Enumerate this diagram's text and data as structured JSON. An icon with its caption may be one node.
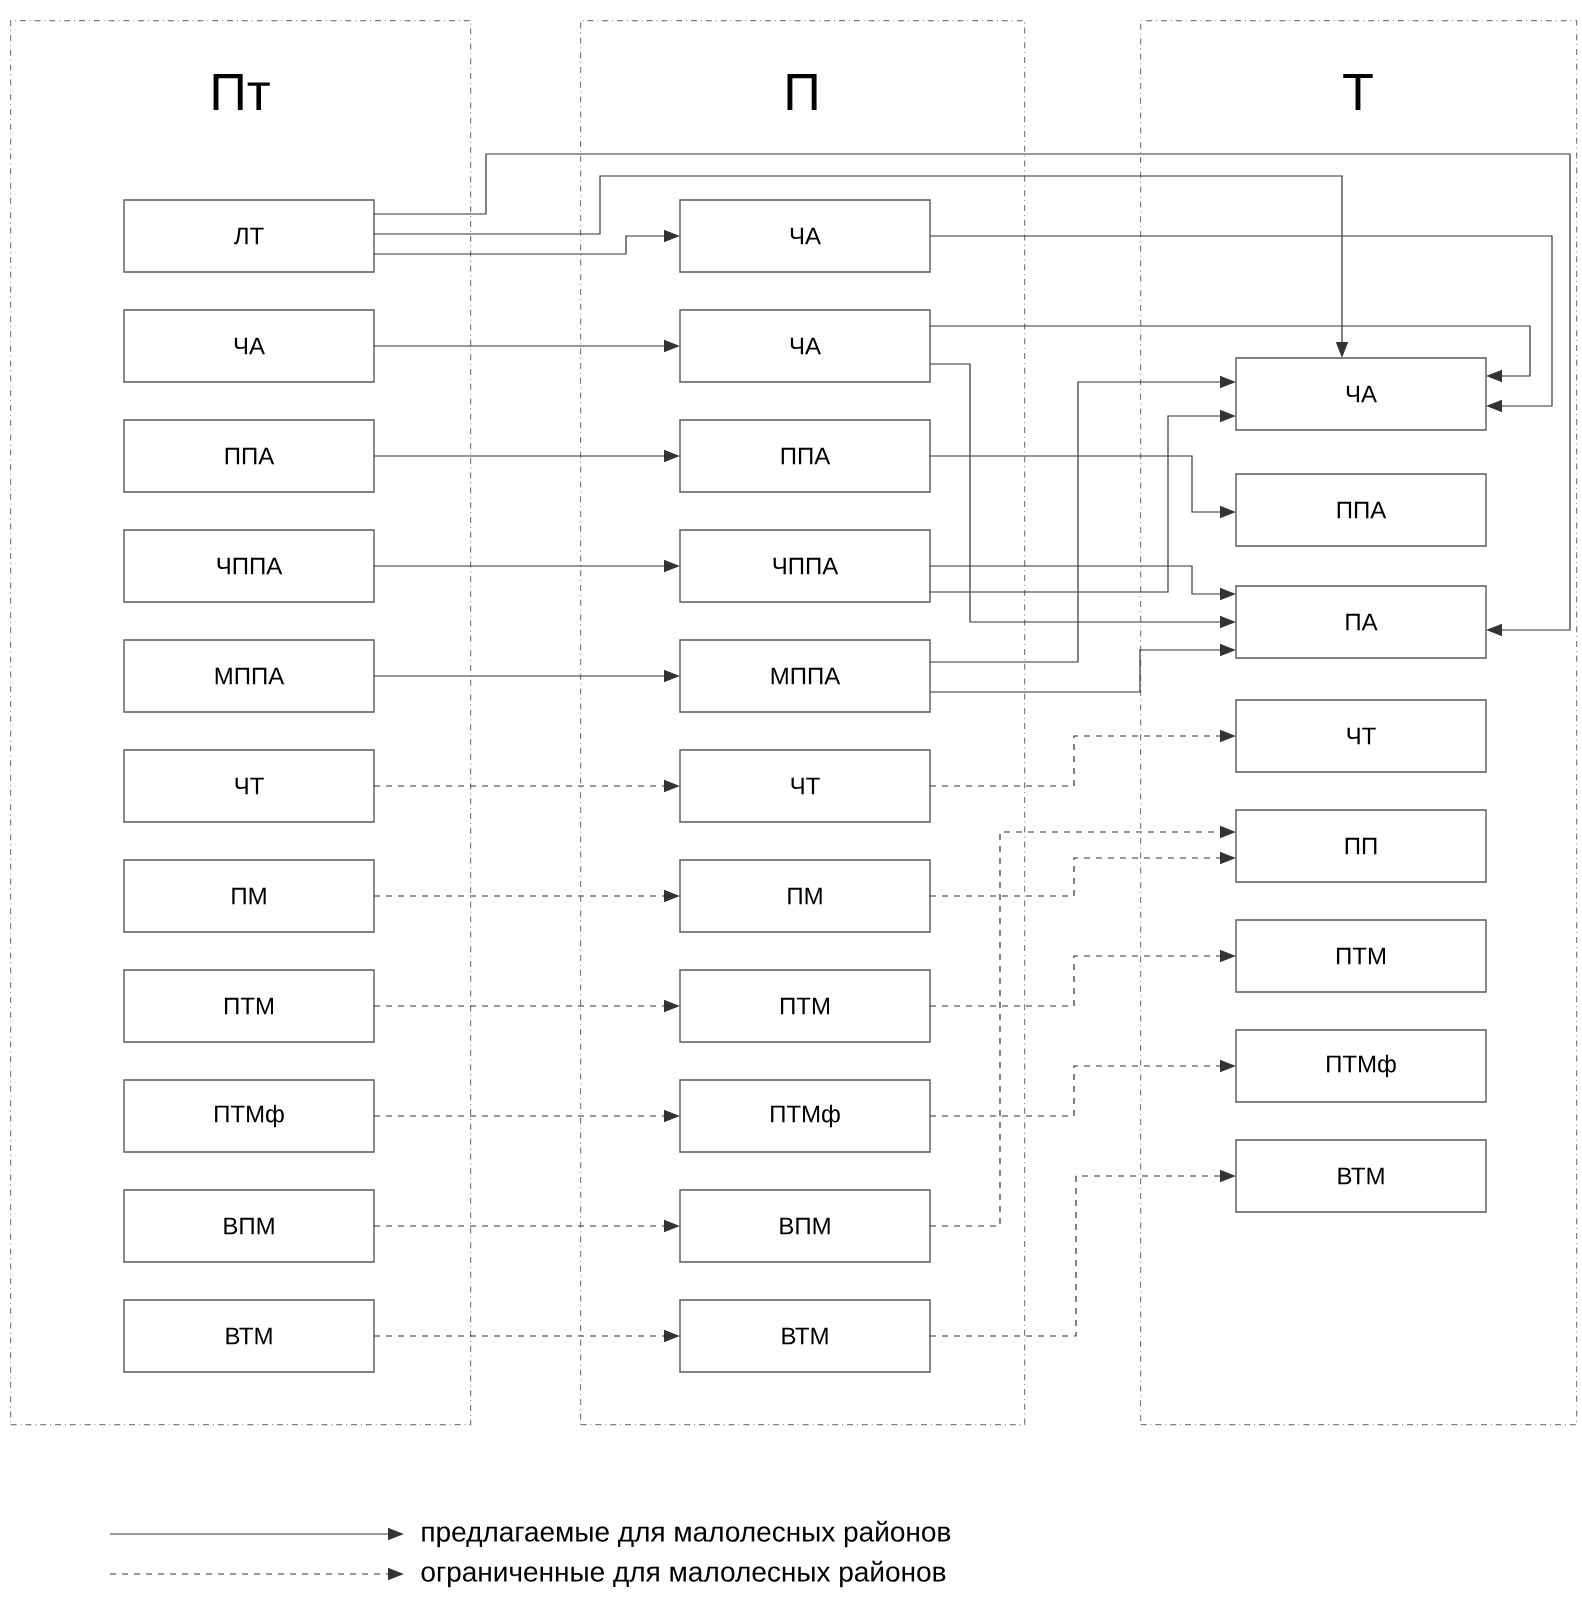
{
  "diagram": {
    "nodes": [
      {
        "text": [
          "Пт"
        ]
      },
      {
        "text": [
          "П"
        ]
      },
      {
        "text": [
          "Т"
        ]
      },
      {
        "text": [
          "ЛТ"
        ],
        "in": 0
      },
      {
        "text": [
          "ЧА"
        ],
        "in": 0
      },
      {
        "text": [
          "ППА"
        ],
        "in": 0
      },
      {
        "text": [
          "ЧППА"
        ],
        "in": 0
      },
      {
        "text": [
          "МППА"
        ],
        "in": 0
      },
      {
        "text": [
          "ЧТ"
        ],
        "in": 0
      },
      {
        "text": [
          "ПМ"
        ],
        "in": 0
      },
      {
        "text": [
          "ПТМ"
        ],
        "in": 0
      },
      {
        "text": [
          "ПТМф"
        ],
        "in": 0
      },
      {
        "text": [
          "ВПМ"
        ],
        "in": 0
      },
      {
        "text": [
          "ВТМ"
        ],
        "in": 0
      },
      {
        "text": [
          "ЧА"
        ],
        "in": 1
      },
      {
        "text": [
          "ЧА"
        ],
        "in": 1
      },
      {
        "text": [
          "ППА"
        ],
        "in": 1
      },
      {
        "text": [
          "ЧППА"
        ],
        "in": 1
      },
      {
        "text": [
          "МППА"
        ],
        "in": 1
      },
      {
        "text": [
          "ЧТ"
        ],
        "in": 1
      },
      {
        "text": [
          "ПМ"
        ],
        "in": 1
      },
      {
        "text": [
          "ПТМ"
        ],
        "in": 1
      },
      {
        "text": [
          "ПТМф"
        ],
        "in": 1
      },
      {
        "text": [
          "ВПМ"
        ],
        "in": 1
      },
      {
        "text": [
          "ВТМ"
        ],
        "in": 1
      },
      {
        "text": [
          "ЧА"
        ],
        "in": 2
      },
      {
        "text": [
          "ППА"
        ],
        "in": 2
      },
      {
        "text": [
          "ПА"
        ],
        "in": 2
      },
      {
        "text": [
          "ЧТ"
        ],
        "in": 2
      },
      {
        "text": [
          "ПП"
        ],
        "in": 2
      },
      {
        "text": [
          "ПТМ"
        ],
        "in": 2
      },
      {
        "text": [
          "ПТМф"
        ],
        "in": 2
      },
      {
        "text": [
          "ВТМ"
        ],
        "in": 2
      }
    ],
    "edges": [
      {
        "from": 3,
        "to": 27,
        "arrow": "to"
      },
      {
        "from": 3,
        "to": 25,
        "arrow": "to"
      },
      {
        "from": 3,
        "to": 14,
        "arrow": "to"
      },
      {
        "from": 4,
        "to": 15,
        "arrow": "to"
      },
      {
        "from": 14,
        "to": 25,
        "arrow": "to"
      },
      {
        "from": 15,
        "to": 25,
        "arrow": "to"
      },
      {
        "from": 15,
        "to": 27,
        "arrow": "to"
      },
      {
        "from": 5,
        "to": 16,
        "arrow": "to"
      },
      {
        "from": 16,
        "to": 26,
        "arrow": "to"
      },
      {
        "from": 6,
        "to": 17,
        "arrow": "to"
      },
      {
        "from": 17,
        "to": 27,
        "arrow": "to"
      },
      {
        "from": 17,
        "to": 25,
        "arrow": "to"
      },
      {
        "from": 7,
        "to": 18,
        "arrow": "to"
      },
      {
        "from": 18,
        "to": 25,
        "arrow": "to"
      },
      {
        "from": 18,
        "to": 27,
        "arrow": "to"
      },
      {
        "from": 8,
        "to": 19,
        "arrow": "to",
        "style": "dashed"
      },
      {
        "from": 19,
        "to": 28,
        "arrow": "to",
        "style": "dashed"
      },
      {
        "from": 9,
        "to": 20,
        "arrow": "to",
        "style": "dashed"
      },
      {
        "from": 20,
        "to": 29,
        "arrow": "to",
        "style": "dashed"
      },
      {
        "from": 10,
        "to": 21,
        "arrow": "to",
        "style": "dashed"
      },
      {
        "from": 21,
        "to": 30,
        "arrow": "to",
        "style": "dashed"
      },
      {
        "from": 11,
        "to": 22,
        "arrow": "to",
        "style": "dashed"
      },
      {
        "from": 22,
        "to": 31,
        "arrow": "to",
        "style": "dashed"
      },
      {
        "from": 12,
        "to": 23,
        "arrow": "to",
        "style": "dashed"
      },
      {
        "from": 23,
        "to": 29,
        "arrow": "to",
        "style": "dashed"
      },
      {
        "from": 13,
        "to": 24,
        "arrow": "to",
        "style": "dashed"
      },
      {
        "from": 24,
        "to": 32,
        "arrow": "to",
        "style": "dashed"
      }
    ],
    "legend": [
      {
        "text": "предлагаемые для малолесных районов"
      },
      {
        "text": "ограниченные для малолесных районов"
      }
    ]
  }
}
